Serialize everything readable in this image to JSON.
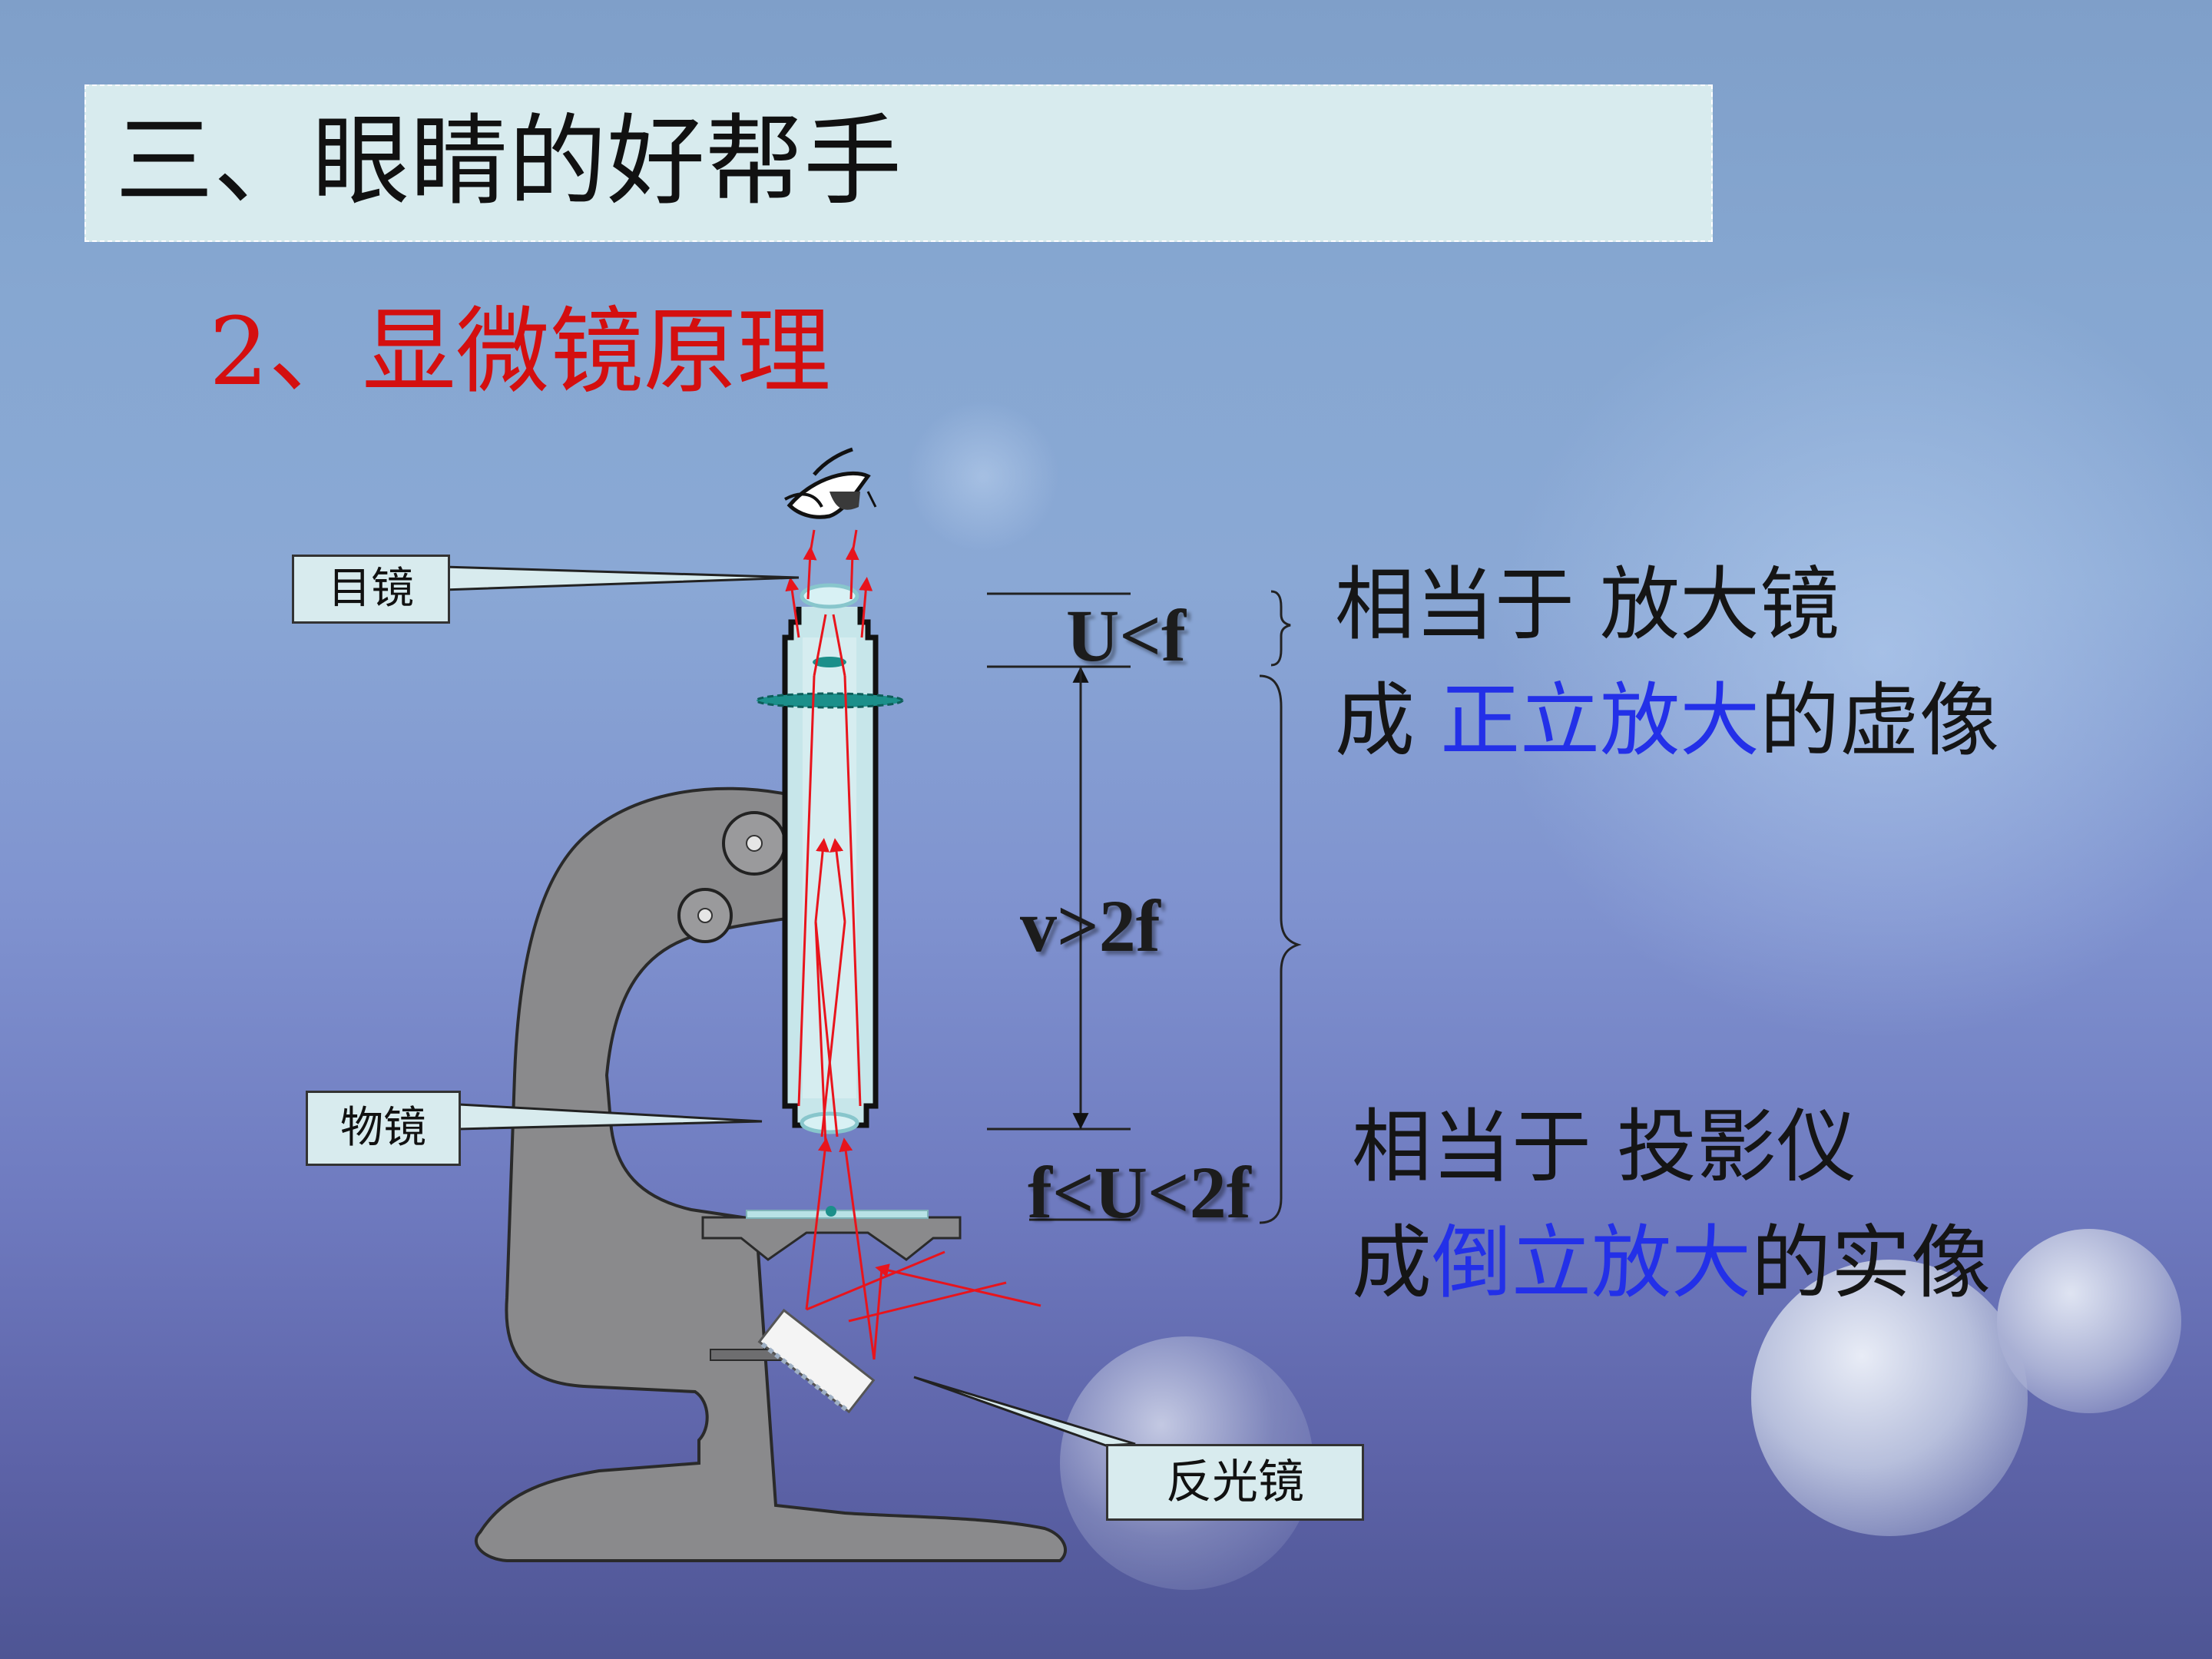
{
  "title": "三、眼睛的好帮手",
  "subtitle": "2、显微镜原理",
  "labels": {
    "eyepiece": "目镜",
    "objective": "物镜",
    "mirror": "反光镜"
  },
  "formulas": {
    "eyepiece_condition": "U<f",
    "image_distance": "v>2f",
    "objective_condition": "f<U<2f"
  },
  "eyepiece_desc": {
    "line1": "相当于 放大镜",
    "line2_prefix": "成 ",
    "line2_highlight": "正立放大",
    "line2_suffix": "的虚像"
  },
  "objective_desc": {
    "line1": "相当于 投影仪",
    "line2_prefix": "成",
    "line2_highlight": "倒立放大",
    "line2_suffix": "的实像"
  },
  "colors": {
    "highlight": "#2330e8",
    "subtitle": "#d40f0f",
    "ray": "#e8141c",
    "lens": "#1b8f8a"
  }
}
